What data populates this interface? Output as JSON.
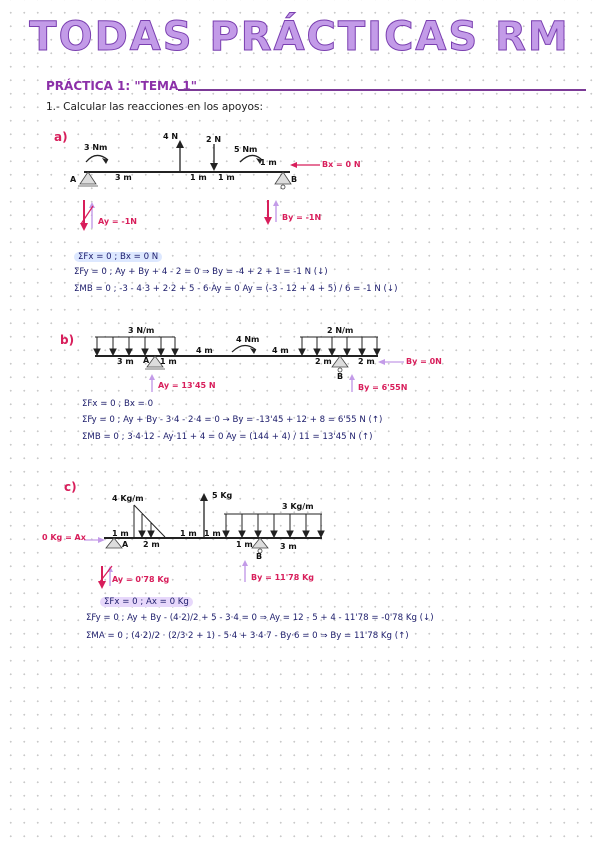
{
  "title": "TODAS PRÁCTICAS RM",
  "heading": "PRÁCTICA 1: \"TEMA 1\"",
  "statement": "1.- Calcular las reacciones en los apoyos:",
  "colors": {
    "title": "#c39be8",
    "heading": "#8b2fa8",
    "reaction": "#d81e5b",
    "highlight": "#e7d8fb",
    "ink": "#1c1c6b"
  },
  "part_a": {
    "label": "a)",
    "loads": [
      "3 Nm",
      "4 N",
      "2 N",
      "5 Nm",
      "1 m",
      "Bx = 0 N"
    ],
    "supports": [
      "A",
      "B"
    ],
    "dims": [
      "3 m",
      "1 m",
      "1 m"
    ],
    "reactions": [
      "Ay = -1N",
      "By = -1N"
    ],
    "eqs": [
      "ΣFx = 0  ;  Bx = 0 N",
      "ΣFy = 0  ;  Ay + By + 4 - 2 = 0  ⇒  By = -4 + 2 + 1 = -1 N  (↓)",
      "ΣMB = 0 ;   -3 - 4·3 + 2·2 + 5 - 6·Ay = 0     Ay = (-3 - 12 + 4 + 5) / 6 = -1 N (↓)"
    ]
  },
  "part_b": {
    "label": "b)",
    "loads": [
      "3 N/m",
      "4 Nm",
      "2 N/m",
      "By = 0N"
    ],
    "supports": [
      "A",
      "B"
    ],
    "dims": [
      "3 m",
      "1 m",
      "4 m",
      "4 m",
      "2 m",
      "2 m"
    ],
    "reactions": [
      "Ay = 13'45 N",
      "By = 6'55N"
    ],
    "eqs": [
      "ΣFx = 0   ;   Bx = 0",
      "ΣFy = 0  ;   Ay + By - 3·4 - 2·4 = 0  →  By = -13'45 + 12 + 8 = 6'55 N (↑)",
      "ΣMB = 0 ;   3·4·12 - Ay·11 + 4 = 0     Ay = (144 + 4) / 11 = 13'45 N (↑)"
    ]
  },
  "part_c": {
    "label": "c)",
    "loads": [
      "4 Kg/m",
      "5 Kg",
      "3 Kg/m",
      "0 Kg = Ax"
    ],
    "supports": [
      "A",
      "B"
    ],
    "dims": [
      "1 m",
      "2 m",
      "1 m",
      "1 m",
      "1 m",
      "3 m"
    ],
    "reactions": [
      "Ay = 0'78 Kg",
      "By = 11'78 Kg"
    ],
    "eqs": [
      "ΣFx = 0  ;  Ax = 0 Kg",
      "ΣFy = 0  ;  Ay + By - (4·2)/2 + 5 - 3·4 = 0  ⇒  Ay = 12 - 5 + 4 - 11'78 = -0'78 Kg (↓)",
      "ΣMA = 0 ;   (4·2)/2 · (2/3·2 + 1) - 5·4 + 3·4·7 - By·6 = 0   ⇒  By = 11'78 Kg (↑)"
    ]
  }
}
